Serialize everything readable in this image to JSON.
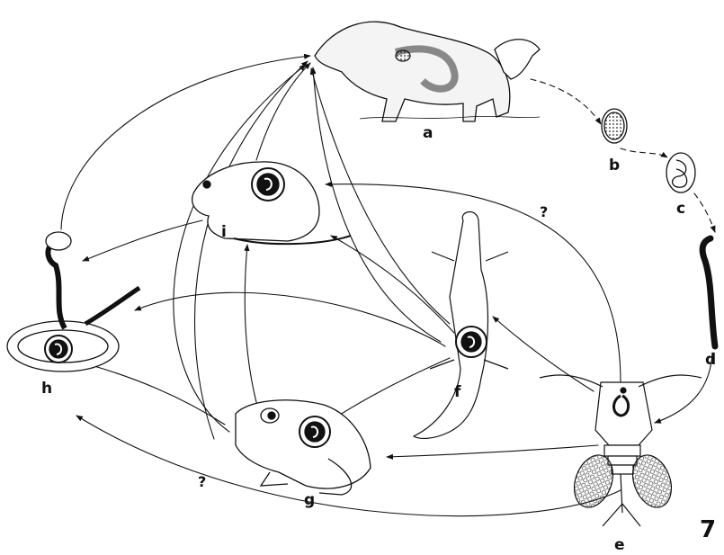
{
  "labels": {
    "a": "a",
    "b": "b",
    "c": "c",
    "d": "d",
    "e": "e",
    "f": "f",
    "g": "g",
    "h": "h",
    "i": "i"
  },
  "question_marks": [
    "?",
    "?"
  ],
  "figure_number": "7",
  "colors": {
    "ink": "#111111",
    "paper": "#ffffff"
  }
}
